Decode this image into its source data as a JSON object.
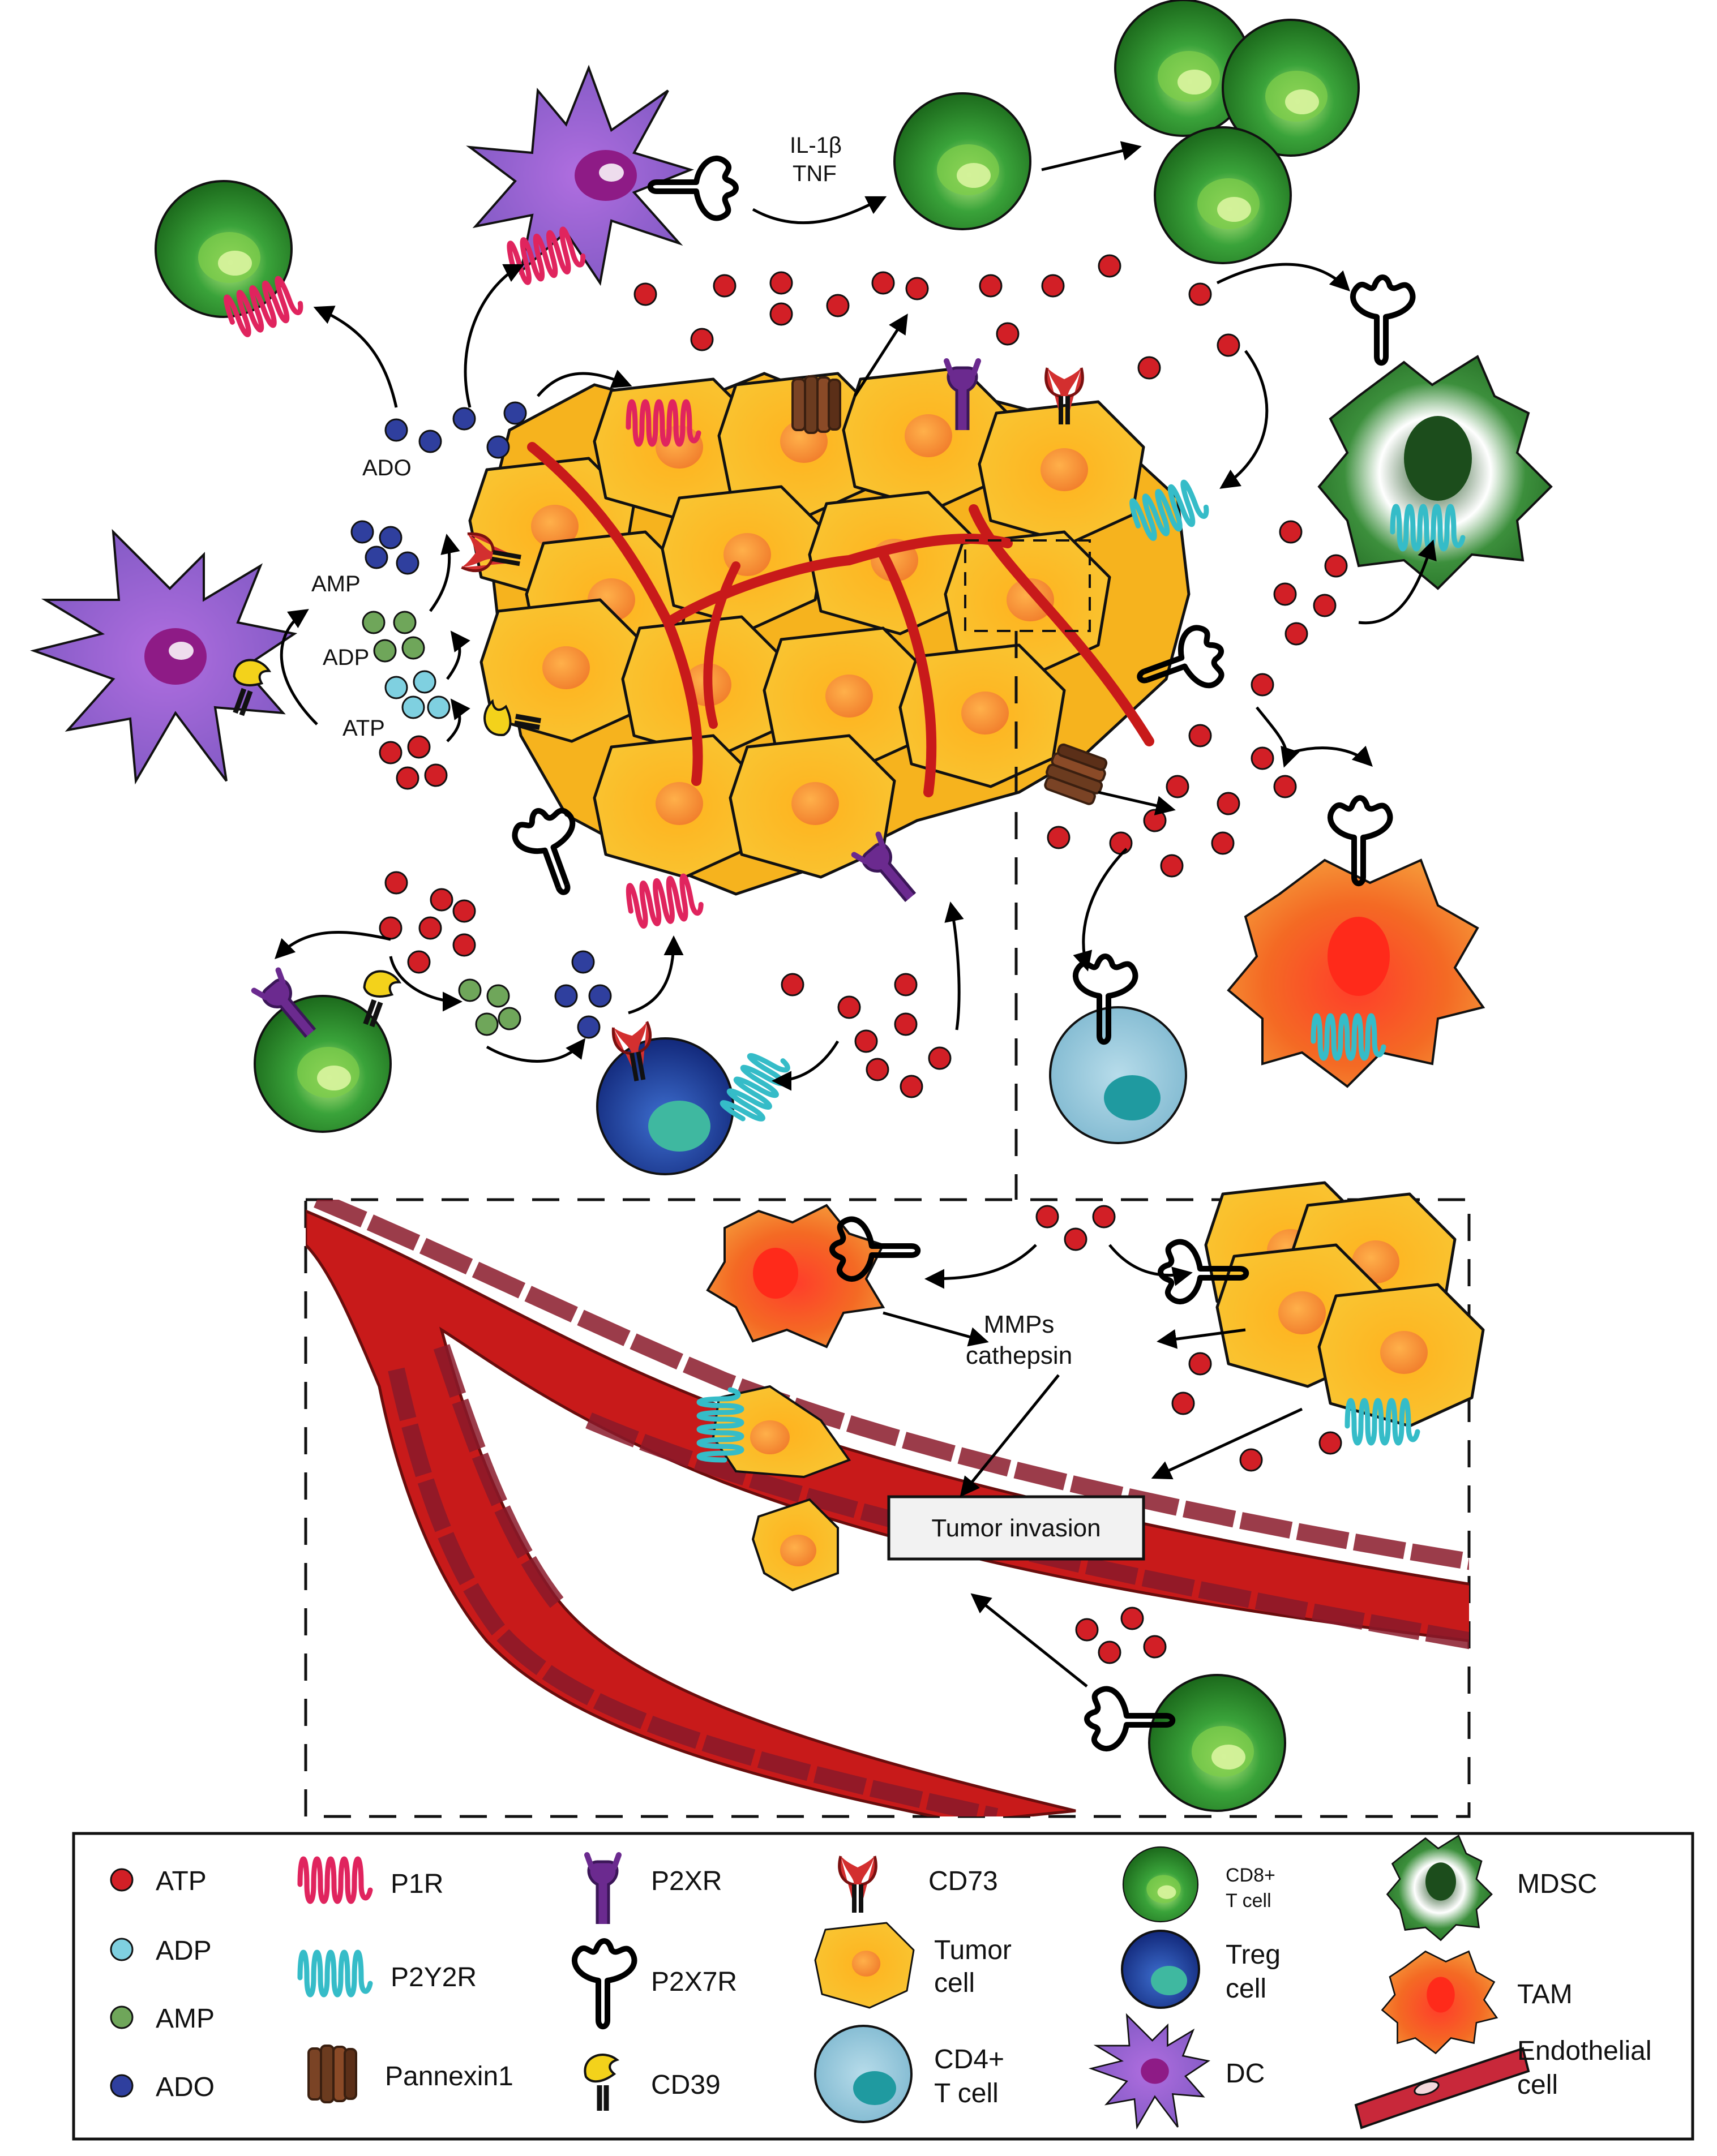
{
  "labels": {
    "il1b": "IL-1β",
    "tnf": "TNF",
    "ado": "ADO",
    "amp": "AMP",
    "adp": "ADP",
    "atp": "ATP",
    "mmps": "MMPs",
    "cathepsin": "cathepsin",
    "tumor_invasion": "Tumor invasion"
  },
  "legend": {
    "col1": [
      {
        "label": "ATP",
        "icon": "atp-dot-icon",
        "color": "#d21f26"
      },
      {
        "label": "ADP",
        "icon": "adp-dot-icon",
        "color": "#7fd0e0"
      },
      {
        "label": "AMP",
        "icon": "amp-dot-icon",
        "color": "#6fa65a"
      },
      {
        "label": "ADO",
        "icon": "ado-dot-icon",
        "color": "#2f3f9e"
      }
    ],
    "col2": [
      {
        "label": "P1R",
        "icon": "p1r-receptor-icon",
        "color": "#e0245e"
      },
      {
        "label": "P2Y2R",
        "icon": "p2y2r-receptor-icon",
        "color": "#35bcc8"
      },
      {
        "label": "Pannexin1",
        "icon": "pannexin1-channel-icon",
        "color": "#6b3b1f"
      }
    ],
    "col3": [
      {
        "label": "P2XR",
        "icon": "p2xr-receptor-icon",
        "color": "#6b2a8f"
      },
      {
        "label": "P2X7R",
        "icon": "p2x7r-receptor-icon",
        "color": "#000000"
      },
      {
        "label": "CD39",
        "icon": "cd39-enzyme-icon",
        "color": "#f3d21b"
      }
    ],
    "col4": [
      {
        "label": "CD73",
        "icon": "cd73-enzyme-icon",
        "color": "#d32f2f"
      },
      {
        "label_line1": "Tumor",
        "label_line2": "cell",
        "icon": "tumor-cell-icon",
        "color": "#f6a61e"
      },
      {
        "label_line1": "CD4+",
        "label_line2": "T cell",
        "icon": "cd4-t-cell-icon",
        "color": "#8cc6dc"
      }
    ],
    "col5": [
      {
        "label_line1": "CD8+",
        "label_line2": "T cell",
        "icon": "cd8-t-cell-icon",
        "color": "#2b8f2b"
      },
      {
        "label_line1": "Treg",
        "label_line2": "cell",
        "icon": "treg-cell-icon",
        "color": "#1f3f9e"
      },
      {
        "label": "DC",
        "icon": "dendritic-cell-icon",
        "color": "#8e62c4"
      }
    ],
    "col6": [
      {
        "label": "MDSC",
        "icon": "mdsc-icon",
        "color": "#2f7a2f"
      },
      {
        "label": "TAM",
        "icon": "tam-icon",
        "color": "#f04b1c"
      },
      {
        "label_line1": "Endothelial",
        "label_line2": "cell",
        "icon": "endothelial-cell-icon",
        "color": "#c8283a"
      }
    ]
  }
}
